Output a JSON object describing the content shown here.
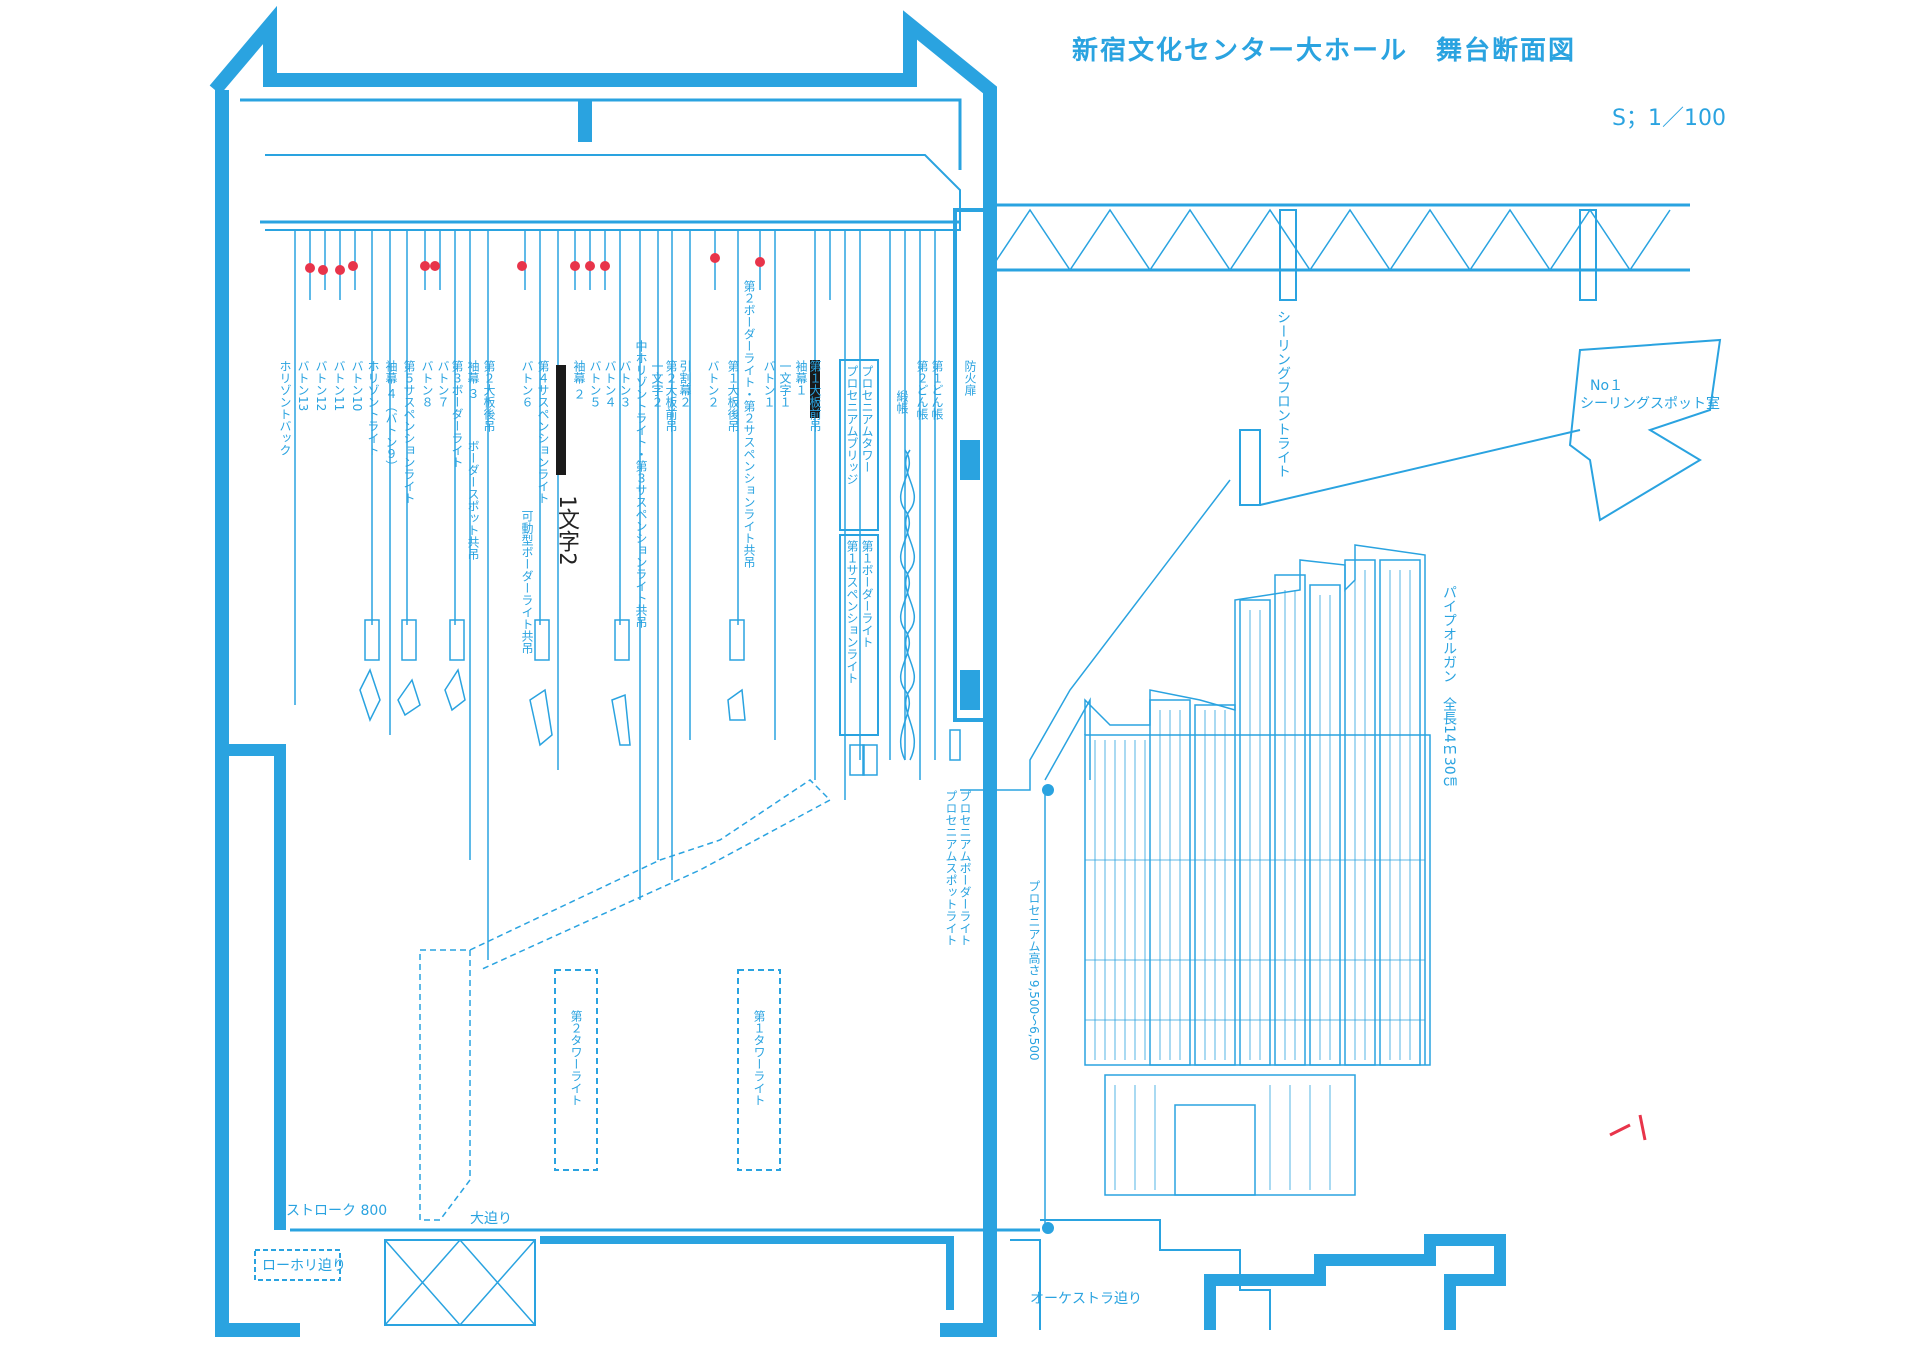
{
  "title": "新宿文化センター大ホール　舞台断面図",
  "scale": "S；1／100",
  "labels": {
    "c1": "ホリゾントバック",
    "c2": "バトン13",
    "c3": "バトン12",
    "c4": "バトン11",
    "c5": "バトン10",
    "c6": "ホリゾントライト",
    "c7": "袖幕 ４（バトン９）",
    "c8": "第５サスペンションライト",
    "c9": "バトン８",
    "c10": "バトン７",
    "c11": "第３ボーダーライト",
    "c12": "袖幕 ３",
    "c13": "第２大板後吊",
    "c14": "ボーダースポット共吊",
    "c15": "バトン６",
    "c16": "第４サスペンションライト",
    "c17": "可動型ボーダーライト共吊",
    "c18": "袖幕 ２",
    "c19": "バトン５",
    "c20": "バトン４",
    "c21": "バトン３",
    "c22": "中ホリゾントライト・第３サスペンションライト共吊",
    "c23": "一文字２",
    "c24": "第２大板前吊",
    "c25": "引割幕２",
    "c26": "バトン２",
    "c27": "第１大板後吊",
    "c28": "第２ボーダーライト・第２サスペンションライト共吊",
    "c29": "バトン１",
    "c30": "一文字１",
    "c31": "袖幕１",
    "c32": "第１大板前吊",
    "c33": "プロセニアムタワー",
    "c34": "プロセニアムブリッジ",
    "c35": "第１ボーダーライト",
    "c36": "第１サスペンションライト",
    "c37": "緞帳",
    "c38": "第２どん帳",
    "c39": "第１どん帳",
    "c40": "防火扉",
    "c41": "プロセニアムボーダーライト",
    "c42": "プロセニアムスポットライト",
    "c43": "プロセニアム高さ 9,500～6,500",
    "c44": "シーリングフロントライト",
    "c45": "No１",
    "c46": "シーリングスポット室",
    "c47": "パイプオルガン　全長14ｍ30㎝",
    "c48": "第２タワーライト",
    "c49": "第１タワーライト",
    "c50": "ストローク 800",
    "c51": "大迫り",
    "c52": "ローホリ迫り",
    "c53": "オーケストラ迫り"
  },
  "handwriting": "1文字2",
  "colors": {
    "line": "#2aa3e0",
    "marker_red": "#e8344a",
    "marker_black": "#1a1a1a"
  }
}
